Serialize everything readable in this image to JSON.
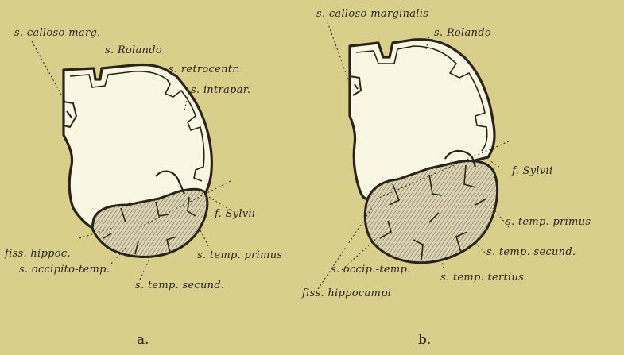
{
  "figure_a": {
    "caption": "a.",
    "labels": {
      "calloso": "s. calloso-marg.",
      "rolando": "s. Rolando",
      "retrocentr": "s. retrocentr.",
      "intrapar": "s. intrapar.",
      "sylvii": "f. Sylvii",
      "hippoc": "fiss. hippoc.",
      "occipito_temp": "s. occipito-temp.",
      "temp_primus": "s. temp. primus",
      "temp_secund": "s. temp. secund."
    }
  },
  "figure_b": {
    "caption": "b.",
    "labels": {
      "calloso": "s. calloso-marginalis",
      "rolando": "s. Rolando",
      "sylvii": "f. Sylvii",
      "temp_primus": "s. temp. primus",
      "temp_secund": "s. temp. secund.",
      "temp_tertius": "s. temp. tertius",
      "occip_temp": "s. occip.-temp.",
      "hippocampi": "fiss. hippocampi"
    }
  },
  "colors": {
    "background": "#d8cf8c",
    "ink": "#2a2418",
    "section_fill": "#faf6e4",
    "hatch_fill": "#cdc6a0"
  }
}
